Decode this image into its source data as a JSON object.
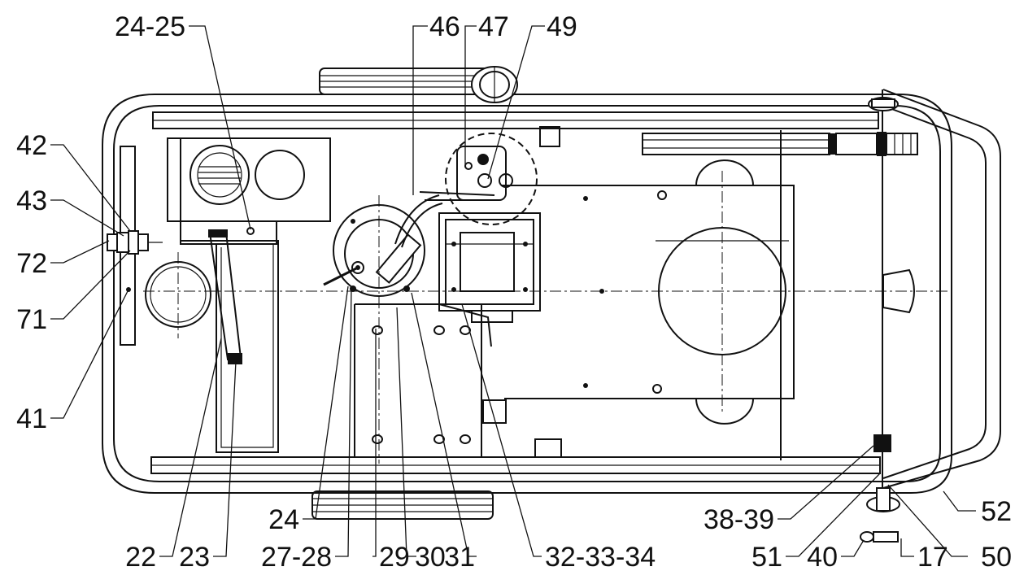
{
  "callouts": {
    "c_24_25": "24-25",
    "c_46": "46",
    "c_47": "47",
    "c_49": "49",
    "c_42": "42",
    "c_43": "43",
    "c_72": "72",
    "c_71": "71",
    "c_41": "41",
    "c_24": "24",
    "c_22": "22",
    "c_23": "23",
    "c_27_28": "27-28",
    "c_29": "29",
    "c_30": "30",
    "c_31": "31",
    "c_32_33_34": "32-33-34",
    "c_38_39": "38-39",
    "c_52": "52",
    "c_51": "51",
    "c_40": "40",
    "c_17": "17",
    "c_50": "50"
  }
}
